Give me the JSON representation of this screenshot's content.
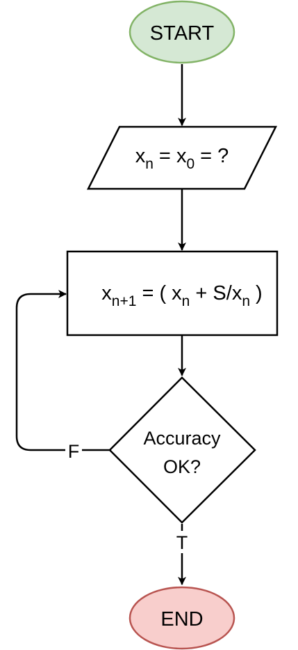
{
  "colors": {
    "start_fill": "#d5e8d4",
    "start_stroke": "#82b366",
    "end_fill": "#f8cecc",
    "end_stroke": "#b85450",
    "line": "#000000"
  },
  "nodes": {
    "start": {
      "label": "START"
    },
    "input": {
      "x1": "x",
      "x1_sub": "n",
      "eq1": " = ",
      "x2": "x",
      "x2_sub": "0",
      "eq2": " = ?"
    },
    "process": {
      "lhs": "x",
      "lhs_sub": "n+1",
      "mid1": " = ( ",
      "t1": "x",
      "t1_sub": "n",
      "mid2": " + S/",
      "t2": "x",
      "t2_sub": "n",
      "close": " )"
    },
    "decision": {
      "line1": "Accuracy",
      "line2": "OK?"
    },
    "end": {
      "label": "END"
    }
  },
  "edges": {
    "false_label": "F",
    "true_label": "T"
  }
}
